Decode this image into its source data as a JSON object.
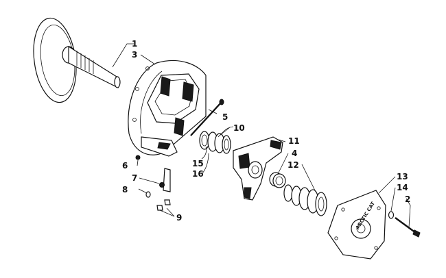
{
  "diagram": {
    "callouts": [
      "1",
      "3",
      "5",
      "10",
      "11",
      "4",
      "12",
      "6",
      "15",
      "16",
      "7",
      "8",
      "9",
      "13",
      "14",
      "2"
    ],
    "stamp_text": "ARCTIC CAT"
  }
}
